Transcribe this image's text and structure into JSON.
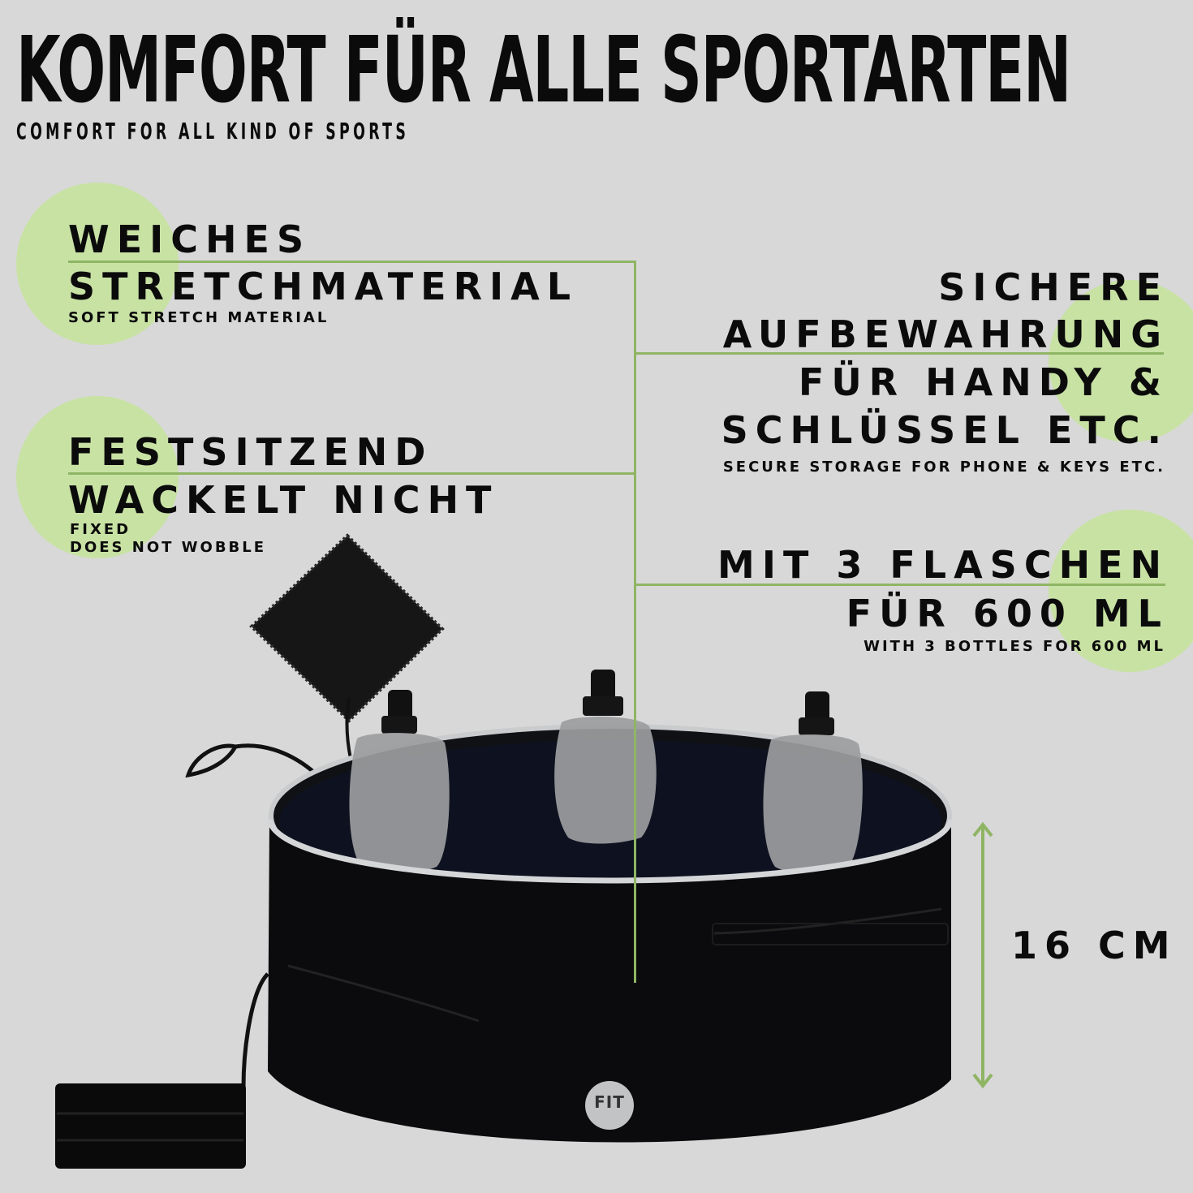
{
  "header": {
    "title": "KOMFORT FÜR ALLE SPORTARTEN",
    "subtitle": "COMFORT FOR ALL KIND OF SPORTS"
  },
  "features": {
    "stretch": {
      "line1": "WEICHES",
      "line2": "STRETCHMATERIAL",
      "sub": "SOFT STRETCH MATERIAL"
    },
    "fixed": {
      "line1": "FESTSITZEND",
      "line2": "WACKELT NICHT",
      "sub1": "FIXED",
      "sub2": "DOES NOT WOBBLE"
    },
    "storage": {
      "line1": "SICHERE",
      "line2": "AUFBEWAHRUNG",
      "line3": "FÜR HANDY &",
      "line4": "SCHLÜSSEL ETC.",
      "sub": "SECURE STORAGE FOR PHONE & KEYS ETC."
    },
    "bottles": {
      "line1": "MIT 3 FLASCHEN",
      "line2": "FÜR 600 ML",
      "sub": "WITH 3 BOTTLES FOR 600 ML"
    }
  },
  "dimension": {
    "label": "16 CM"
  },
  "product": {
    "logo_text": "FIT"
  },
  "colors": {
    "background": "#d8d8d8",
    "accent_green": "#8fb564",
    "blob_green": "#c8e2a4",
    "belt": "#0b0b0d"
  }
}
